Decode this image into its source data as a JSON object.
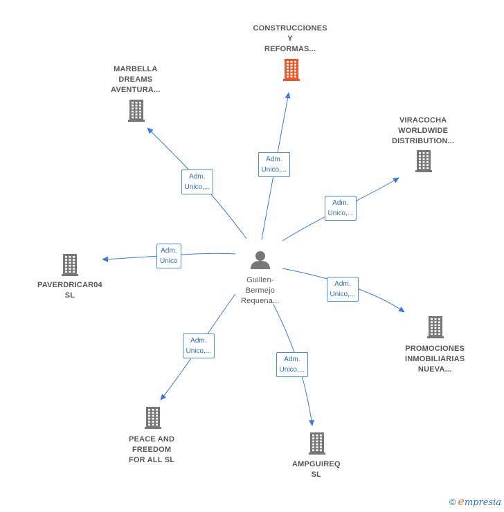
{
  "center": {
    "lines": [
      "Guillen-",
      "Bermejo",
      "Requena..."
    ],
    "icon": "person-icon"
  },
  "companies": [
    {
      "id": "construcciones",
      "lines": [
        "CONSTRUCCIONES",
        "Y",
        "REFORMAS..."
      ],
      "icon": "building-icon",
      "color": "#e8572a",
      "edge_label": [
        "Adm.",
        "Unico,..."
      ]
    },
    {
      "id": "marbella",
      "lines": [
        "MARBELLA",
        "DREAMS",
        "AVENTURA..."
      ],
      "icon": "building-icon",
      "color": "#777777",
      "edge_label": [
        "Adm.",
        "Unico,..."
      ]
    },
    {
      "id": "viracocha",
      "lines": [
        "VIRACOCHA",
        "WORLDWIDE",
        "DISTRIBUTION..."
      ],
      "icon": "building-icon",
      "color": "#777777",
      "edge_label": [
        "Adm.",
        "Unico,..."
      ]
    },
    {
      "id": "paverdricar",
      "lines": [
        "PAVERDRICAR04",
        "SL"
      ],
      "icon": "building-icon",
      "color": "#777777",
      "edge_label": [
        "Adm.",
        "Unico"
      ]
    },
    {
      "id": "promociones",
      "lines": [
        "PROMOCIONES",
        "INMOBILIARIAS",
        "NUEVA..."
      ],
      "icon": "building-icon",
      "color": "#777777",
      "edge_label": [
        "Adm.",
        "Unico,..."
      ]
    },
    {
      "id": "peace",
      "lines": [
        "PEACE AND",
        "FREEDOM",
        "FOR ALL  SL"
      ],
      "icon": "building-icon",
      "color": "#777777",
      "edge_label": [
        "Adm.",
        "Unico,..."
      ]
    },
    {
      "id": "ampguireq",
      "lines": [
        "AMPGUIREQ",
        "SL"
      ],
      "icon": "building-icon",
      "color": "#777777",
      "edge_label": [
        "Adm.",
        "Unico,..."
      ]
    }
  ],
  "edge_color": "#3a7bd5",
  "brand": {
    "copyright": "©",
    "name": "mpresia",
    "initial": "e"
  }
}
